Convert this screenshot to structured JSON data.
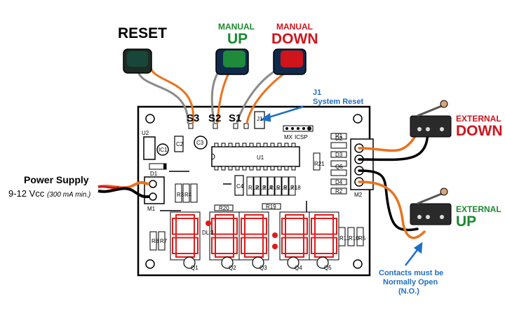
{
  "labels": {
    "reset": "RESET",
    "manual_up_small": "MANUAL",
    "manual_up_big": "UP",
    "manual_down_small": "MANUAL",
    "manual_down_big": "DOWN",
    "j1_title": "J1",
    "j1_sub": "System Reset",
    "ext_down_small": "EXTERNAL",
    "ext_down_big": "DOWN",
    "ext_up_small": "EXTERNAL",
    "ext_up_big": "UP",
    "power_title": "Power Supply",
    "power_volt": "9-12 Vcc",
    "power_note": "(300 mA min.)",
    "contacts_1": "Contacts must be",
    "contacts_2": "Normally Open",
    "contacts_3": "(N.O.)"
  },
  "switch_labels": [
    "S3",
    "S2",
    "S1"
  ],
  "pcb_labels": {
    "u1": "U1",
    "u2": "U2",
    "ic1": "IC1",
    "c2": "C2",
    "c3": "C3",
    "c4": "C4",
    "d1": "D1",
    "d2": "D2",
    "d3": "D3",
    "d4": "D4",
    "m1": "M1",
    "m2": "M2",
    "j1": "J1",
    "icsp": "ICSP",
    "mx": "MX",
    "dl3": "DL 3",
    "r1": "R1",
    "r2": "R2",
    "r3": "R3",
    "r4": "R4",
    "r5": "R5",
    "r6": "R6",
    "r7": "R7",
    "r8": "R8",
    "r9": "R9",
    "r10": "R10",
    "r11": "R11",
    "r12": "R12",
    "r13": "R13",
    "r14": "R14",
    "r15": "R15",
    "r16": "R16",
    "r17": "R17",
    "r18": "R18",
    "r19": "R19",
    "r20": "R20",
    "r21": "R21",
    "q1": "Q1",
    "q2": "Q2",
    "q3": "Q3",
    "q4": "Q4",
    "q5": "Q5",
    "q6": "Q6"
  },
  "colors": {
    "green": "#1a8a2e",
    "red": "#d0141c",
    "blue": "#1f6fc4",
    "wire_orange": "#e8731f",
    "wire_gray": "#8a8a8a",
    "led_red": "#e01b1b"
  }
}
